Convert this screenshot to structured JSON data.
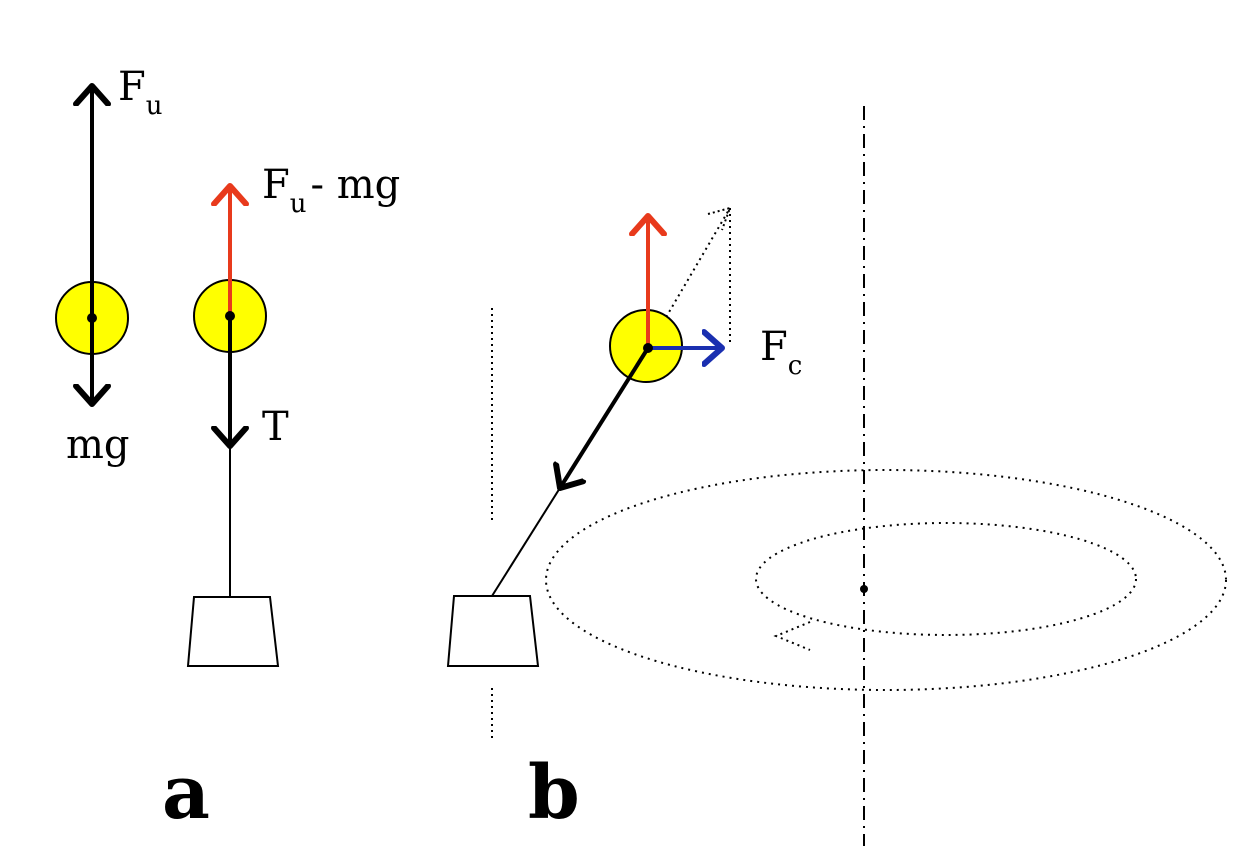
{
  "colors": {
    "balloon_fill": "#ffff00",
    "buoyancy_net_arrow": "#e83a1c",
    "centripetal_arrow": "#1a2fb0",
    "ink": "#000000"
  },
  "panel_a": {
    "part_label": "a",
    "free_balloon": {
      "up_force": {
        "main": "F",
        "sub": "u"
      },
      "down_force": "mg"
    },
    "tethered_balloon": {
      "net_up_force": {
        "main": "F",
        "sub": "u",
        "rest": "- mg"
      },
      "tension": "T"
    }
  },
  "panel_b": {
    "part_label": "b",
    "centripetal_force": {
      "main": "F",
      "sub": "c"
    }
  }
}
